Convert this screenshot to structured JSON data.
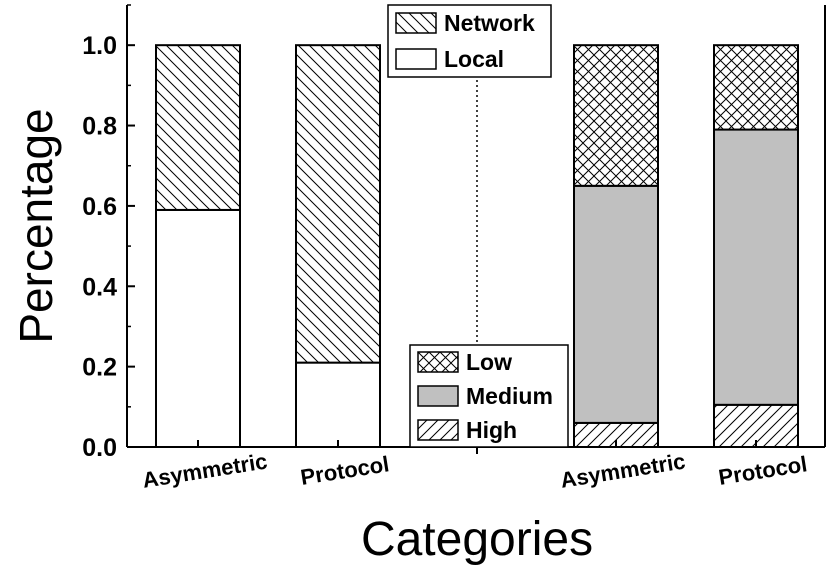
{
  "chart_data": {
    "type": "bar",
    "stacked": true,
    "xlabel": "Categories",
    "ylabel": "Percentage",
    "ylim": [
      0,
      1.1
    ],
    "yticks": [
      "0.0",
      "0.2",
      "0.4",
      "0.6",
      "0.8",
      "1.0"
    ],
    "ytick_values": [
      0,
      0.2,
      0.4,
      0.6,
      0.8,
      1.0
    ],
    "grid": false,
    "divider": "dotted vertical line between the two groups",
    "groups": [
      {
        "categories": [
          "Asymmetric",
          "Protocol"
        ],
        "series": [
          {
            "name": "Local",
            "values": [
              0.59,
              0.21
            ],
            "pattern": "none",
            "color": "#ffffff"
          },
          {
            "name": "Network",
            "values": [
              0.41,
              0.79
            ],
            "pattern": "back-diagonal",
            "color": "#ffffff"
          }
        ],
        "legend": {
          "placement": "top-center",
          "entries": [
            "Network",
            "Local"
          ]
        }
      },
      {
        "categories": [
          "Asymmetric",
          "Protocol"
        ],
        "series": [
          {
            "name": "High",
            "values": [
              0.06,
              0.105
            ],
            "pattern": "forward-diagonal",
            "color": "#ffffff"
          },
          {
            "name": "Medium",
            "values": [
              0.59,
              0.685
            ],
            "pattern": "solid",
            "color": "#c0c0c0"
          },
          {
            "name": "Low",
            "values": [
              0.35,
              0.21
            ],
            "pattern": "crosshatch",
            "color": "#ffffff"
          }
        ],
        "legend": {
          "placement": "bottom-center",
          "entries": [
            "Low",
            "Medium",
            "High"
          ]
        }
      }
    ]
  }
}
